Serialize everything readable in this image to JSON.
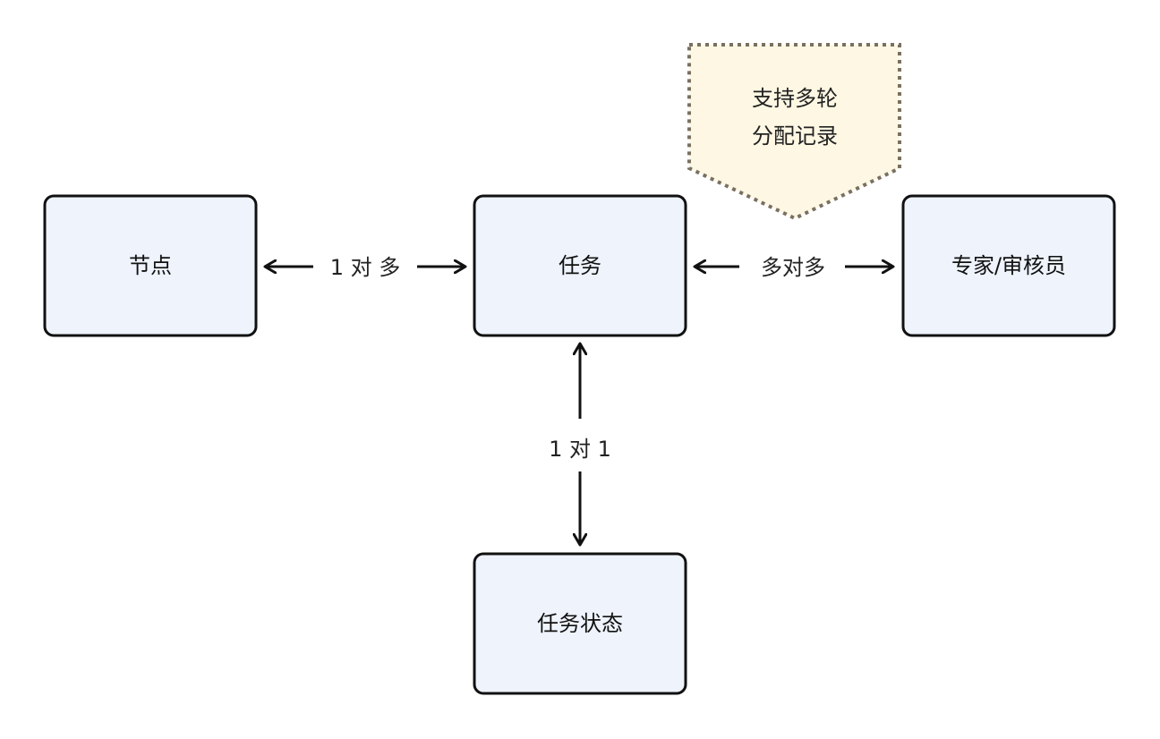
{
  "diagram": {
    "nodes": {
      "node": "节点",
      "task": "任务",
      "expert": "专家/审核员",
      "task_status": "任务状态"
    },
    "edges": {
      "node_task": "1 对 多",
      "task_expert": "多对多",
      "task_status": "1 对 1"
    },
    "note": {
      "line1": "支持多轮",
      "line2": "分配记录"
    }
  },
  "colors": {
    "box_fill": "#eef3fc",
    "box_stroke": "#111111",
    "note_fill": "#fdf7e3",
    "note_stroke": "#7a7060",
    "arrow": "#111111"
  }
}
